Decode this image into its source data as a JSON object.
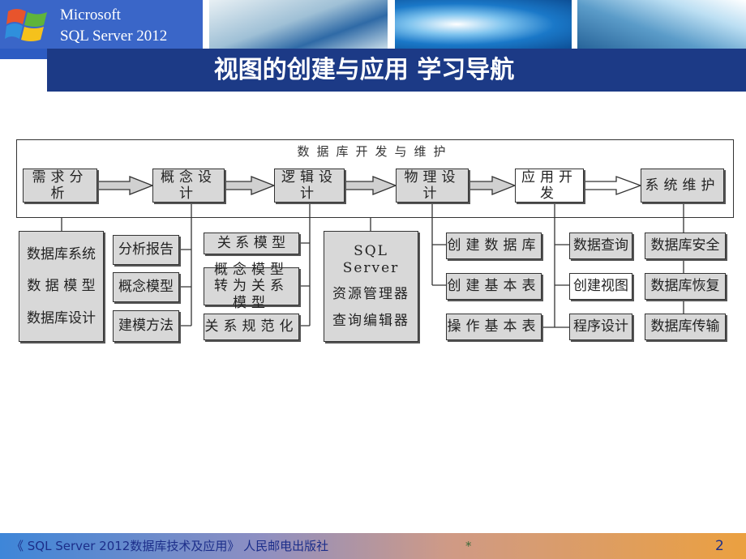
{
  "header": {
    "logo_line1": "Microsoft",
    "logo_line2": "SQL Server 2012",
    "title": "视图的创建与应用 学习导航"
  },
  "diagram": {
    "frame_title": "数据库开发与维护",
    "stages": [
      "需求分析",
      "概念设计",
      "逻辑设计",
      "物理设计",
      "应用开发",
      "系统维护"
    ],
    "col_a": [
      "数据库系统",
      "数 据 模 型",
      "数据库设计"
    ],
    "col_b": [
      "分析报告",
      "概念模型",
      "建模方法"
    ],
    "col_c": [
      "关 系 模 型",
      "概念模型转为关系模型",
      "关系规范化"
    ],
    "col_d": [
      "SQL Server",
      "资源管理器",
      "查询编辑器"
    ],
    "col_e": [
      "创建数据库",
      "创建基本表",
      "操作基本表"
    ],
    "col_f": [
      "数据查询",
      "创建视图",
      "程序设计"
    ],
    "col_g": [
      "数据库安全",
      "数据库恢复",
      "数据库传输"
    ]
  },
  "footer": {
    "book": "《 SQL Server 2012数据库技术及应用》 人民邮电出版社",
    "star": "*",
    "page": "2"
  }
}
